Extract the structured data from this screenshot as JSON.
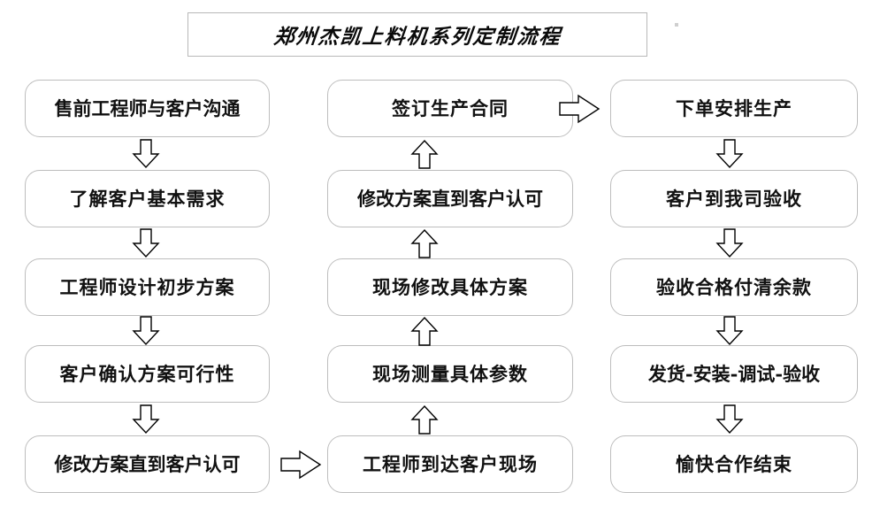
{
  "title": {
    "text": "郑州杰凯上料机系列定制流程"
  },
  "theme": {
    "box_border": "#bdbdbd",
    "title_border": "#b8b8b8",
    "text_color": "#111111",
    "arrow_stroke": "#000000",
    "background": "#ffffff"
  },
  "columns": [
    {
      "name": "column-1-presales",
      "nodes": [
        {
          "label": "售前工程师与客户沟通"
        },
        {
          "label": "了解客户基本需求"
        },
        {
          "label": "工程师设计初步方案"
        },
        {
          "label": "客户确认方案可行性"
        },
        {
          "label": "修改方案直到客户认可"
        }
      ]
    },
    {
      "name": "column-2-onsite",
      "nodes": [
        {
          "label": "签订生产合同"
        },
        {
          "label": "修改方案直到客户认可"
        },
        {
          "label": "现场修改具体方案"
        },
        {
          "label": "现场测量具体参数"
        },
        {
          "label": "工程师到达客户现场"
        }
      ]
    },
    {
      "name": "column-3-production",
      "nodes": [
        {
          "label": "下单安排生产"
        },
        {
          "label": "客户到我司验收"
        },
        {
          "label": "验收合格付清余款"
        },
        {
          "label": "发货-安装-调试-验收"
        },
        {
          "label": "愉快合作结束"
        }
      ]
    }
  ],
  "connectors": {
    "column1_down": [
      "down",
      "down",
      "down",
      "down"
    ],
    "column2_up": [
      "up",
      "up",
      "up",
      "up"
    ],
    "column3_down": [
      "down",
      "down",
      "down",
      "down"
    ],
    "cross1": {
      "direction": "right",
      "from": "修改方案直到客户认可",
      "to": "工程师到达客户现场"
    },
    "cross2": {
      "direction": "right",
      "from": "签订生产合同",
      "to": "下单安排生产"
    }
  }
}
